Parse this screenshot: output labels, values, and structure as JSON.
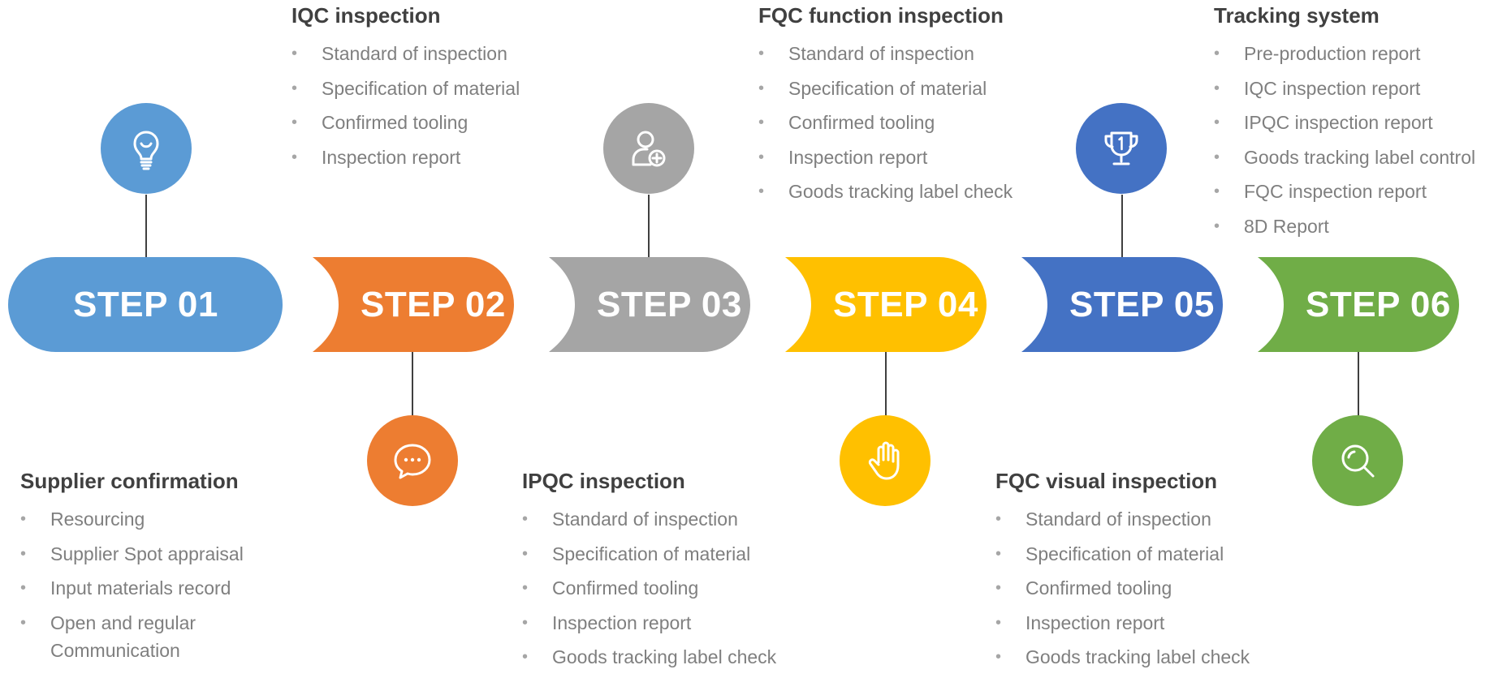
{
  "steps": [
    {
      "label": "STEP 01",
      "color": "#5b9bd5",
      "icon": "lightbulb-icon"
    },
    {
      "label": "STEP 02",
      "color": "#ed7d31",
      "icon": "chat-bubble-icon"
    },
    {
      "label": "STEP 03",
      "color": "#a5a5a5",
      "icon": "add-user-icon"
    },
    {
      "label": "STEP 04",
      "color": "#ffc000",
      "icon": "hand-icon"
    },
    {
      "label": "STEP 05",
      "color": "#4472c4",
      "icon": "trophy-icon"
    },
    {
      "label": "STEP 06",
      "color": "#70ad47",
      "icon": "magnifier-icon"
    }
  ],
  "blocks": {
    "supplier": {
      "title": "Supplier confirmation",
      "items": [
        "Resourcing",
        "Supplier Spot appraisal",
        "Input materials record",
        "Open and regular",
        "Communication"
      ]
    },
    "iqc": {
      "title": "IQC inspection",
      "items": [
        "Standard of inspection",
        "Specification of material",
        "Confirmed tooling",
        "Inspection report"
      ]
    },
    "ipqc": {
      "title": "IPQC inspection",
      "items": [
        "Standard of inspection",
        "Specification of material",
        "Confirmed tooling",
        "Inspection report",
        "Goods tracking label check"
      ]
    },
    "fqc_function": {
      "title": "FQC function inspection",
      "items": [
        "Standard of inspection",
        "Specification of material",
        "Confirmed tooling",
        "Inspection report",
        "Goods tracking label check"
      ]
    },
    "fqc_visual": {
      "title": "FQC visual inspection",
      "items": [
        "Standard of inspection",
        "Specification of material",
        "Confirmed tooling",
        "Inspection report",
        "Goods tracking label check"
      ]
    },
    "tracking": {
      "title": "Tracking system",
      "items": [
        "Pre-production report",
        "IQC inspection report",
        "IPQC inspection report",
        "Goods tracking label control",
        "FQC inspection report",
        "8D Report"
      ]
    }
  }
}
